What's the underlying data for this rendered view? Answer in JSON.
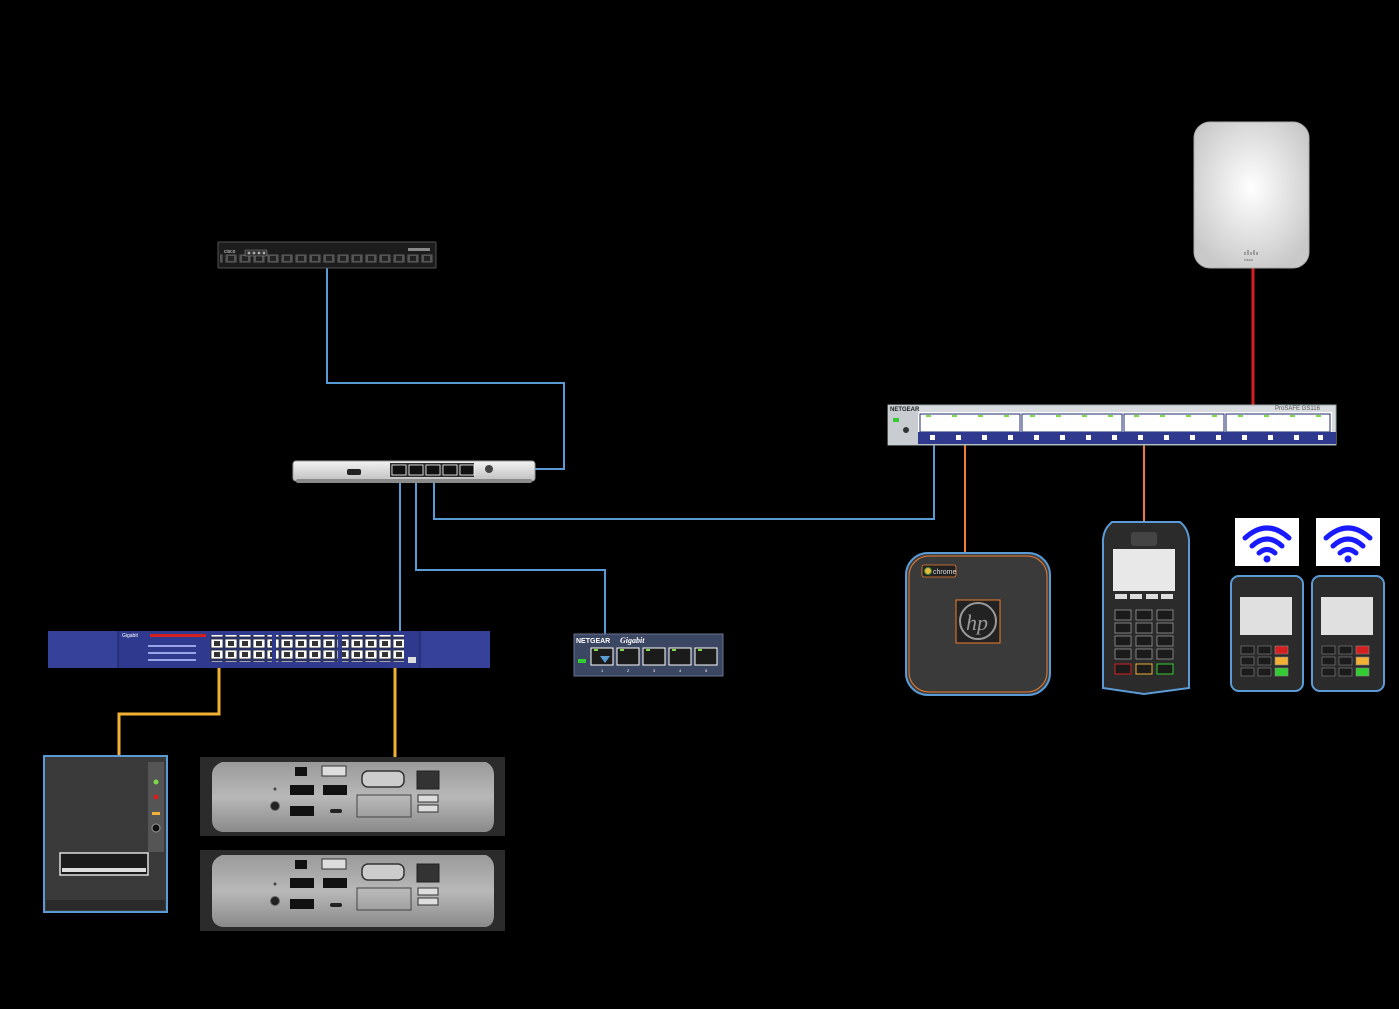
{
  "colors": {
    "background": "#000000",
    "link_blue": "#5b9bd5",
    "link_orange": "#ed7d31",
    "link_yellow": "#f2b035",
    "link_red": "#d42020",
    "wifi_blue": "#1a1aff",
    "switch_navy": "#2f3a8f",
    "netgear_gray": "#d9dcdf"
  },
  "labels": {
    "rack_firewall_logo": "cisco",
    "router_brand": "",
    "netgear_brand": "NETGEAR",
    "netgear_model": "ProSAFE GS116",
    "blue_switch_brand": "Gigabit",
    "gigabit_switch_brand": "NETGEAR",
    "gigabit_switch_model": "Gigabit",
    "gigabit_port_numbers": [
      "1",
      "2",
      "3",
      "4",
      "5"
    ],
    "chrome_badge": "chrome",
    "hp_logo": "hp",
    "access_point_logo": "cisco"
  },
  "devices": [
    {
      "id": "rack-firewall",
      "type": "rack-appliance"
    },
    {
      "id": "edge-router",
      "type": "router"
    },
    {
      "id": "poe-switch-16",
      "type": "switch"
    },
    {
      "id": "blue-switch-24",
      "type": "switch"
    },
    {
      "id": "gigabit-switch-5",
      "type": "switch"
    },
    {
      "id": "access-point",
      "type": "wireless-ap"
    },
    {
      "id": "chromebox",
      "type": "mini-pc"
    },
    {
      "id": "payment-terminal",
      "type": "pos-terminal"
    },
    {
      "id": "wireless-terminal-1",
      "type": "pos-terminal"
    },
    {
      "id": "wireless-terminal-2",
      "type": "pos-terminal"
    },
    {
      "id": "receipt-printer",
      "type": "printer"
    },
    {
      "id": "mini-pc-1",
      "type": "mini-pc"
    },
    {
      "id": "mini-pc-2",
      "type": "mini-pc"
    }
  ],
  "links": [
    {
      "from": "rack-firewall",
      "to": "edge-router",
      "color": "blue"
    },
    {
      "from": "edge-router",
      "to": "poe-switch-16",
      "color": "blue"
    },
    {
      "from": "edge-router",
      "to": "blue-switch-24",
      "color": "blue"
    },
    {
      "from": "edge-router",
      "to": "gigabit-switch-5",
      "color": "blue"
    },
    {
      "from": "access-point",
      "to": "poe-switch-16",
      "color": "red"
    },
    {
      "from": "poe-switch-16",
      "to": "chromebox",
      "color": "orange"
    },
    {
      "from": "poe-switch-16",
      "to": "payment-terminal",
      "color": "orange"
    },
    {
      "from": "blue-switch-24",
      "to": "receipt-printer",
      "color": "yellow"
    },
    {
      "from": "blue-switch-24",
      "to": "mini-pc-1",
      "color": "yellow"
    }
  ]
}
